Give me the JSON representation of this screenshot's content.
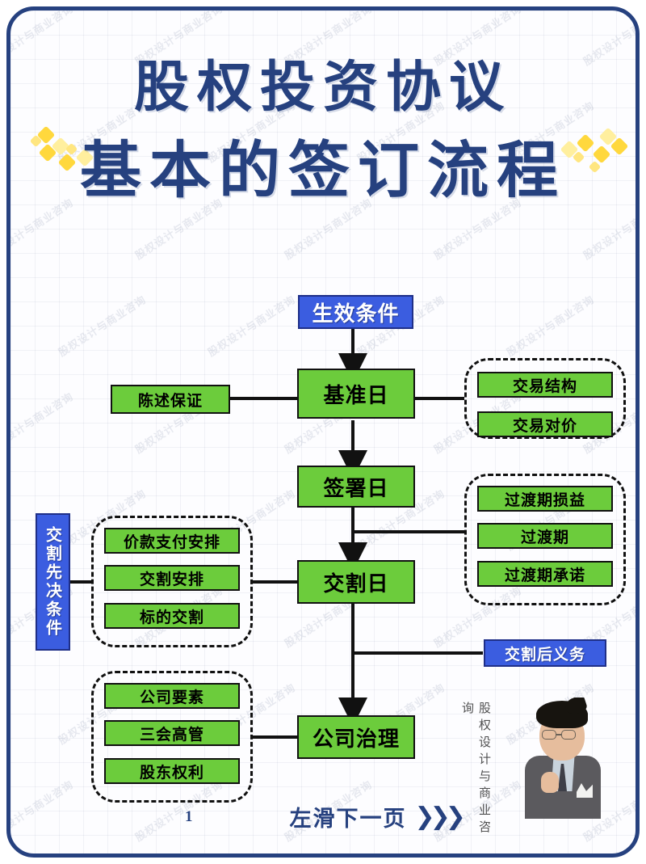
{
  "title": {
    "line1": "股权投资协议",
    "line2": "基本的签订流程"
  },
  "watermark_text": "股权设计与商业咨询",
  "colors": {
    "frame_blue": "#26417f",
    "node_green": "#6ccc3c",
    "node_blue": "#3b5de0",
    "sparkle_yellow": "#ffd83d",
    "text_dark": "#000000"
  },
  "chart_data": {
    "type": "diagram",
    "title": "股权投资协议基本的签订流程",
    "nodes": [
      {
        "id": "effect",
        "label": "生效条件",
        "style": "blue",
        "role": "top"
      },
      {
        "id": "baseline",
        "label": "基准日",
        "style": "green",
        "role": "main"
      },
      {
        "id": "signing",
        "label": "签署日",
        "style": "green",
        "role": "main"
      },
      {
        "id": "closing",
        "label": "交割日",
        "style": "green",
        "role": "main"
      },
      {
        "id": "governance",
        "label": "公司治理",
        "style": "green",
        "role": "main"
      },
      {
        "id": "reps",
        "label": "陈述保证",
        "style": "green",
        "role": "side-left"
      },
      {
        "id": "postobl",
        "label": "交割后义务",
        "style": "blue",
        "role": "side-right"
      },
      {
        "id": "precond",
        "label": "交割先决条件",
        "style": "blue",
        "role": "side-left-vertical"
      }
    ],
    "groups": [
      {
        "id": "g-structure",
        "side": "right",
        "anchor": "baseline",
        "items": [
          "交易结构",
          "交易对价"
        ]
      },
      {
        "id": "g-transition",
        "side": "right",
        "anchor": "signing",
        "items": [
          "过渡期损益",
          "过渡期",
          "过渡期承诺"
        ]
      },
      {
        "id": "g-precond",
        "side": "left",
        "anchor": "closing",
        "items": [
          "价款支付安排",
          "交割安排",
          "标的交割"
        ]
      },
      {
        "id": "g-governance",
        "side": "left",
        "anchor": "governance",
        "items": [
          "公司要素",
          "三会高管",
          "股东权利"
        ]
      }
    ],
    "edges": [
      {
        "from": "effect",
        "to": "baseline",
        "kind": "arrow-down"
      },
      {
        "from": "baseline",
        "to": "signing",
        "kind": "arrow-down"
      },
      {
        "from": "signing",
        "to": "closing",
        "kind": "arrow-down"
      },
      {
        "from": "closing",
        "to": "governance",
        "kind": "arrow-down"
      },
      {
        "from": "reps",
        "to": "baseline",
        "kind": "line"
      },
      {
        "from": "baseline",
        "to": "g-structure",
        "kind": "line"
      },
      {
        "from": "signing",
        "to": "g-transition",
        "kind": "line"
      },
      {
        "from": "g-precond",
        "to": "closing",
        "kind": "line"
      },
      {
        "from": "precond",
        "to": "g-precond",
        "kind": "line"
      },
      {
        "from": "closing",
        "to": "postobl",
        "kind": "line"
      },
      {
        "from": "g-governance",
        "to": "governance",
        "kind": "line"
      }
    ]
  },
  "avatar": {
    "caption": "股权设计与商业咨询"
  },
  "footer": {
    "page_number": "1",
    "swipe_label": "左滑下一页",
    "chevrons": "❯❯❯"
  }
}
